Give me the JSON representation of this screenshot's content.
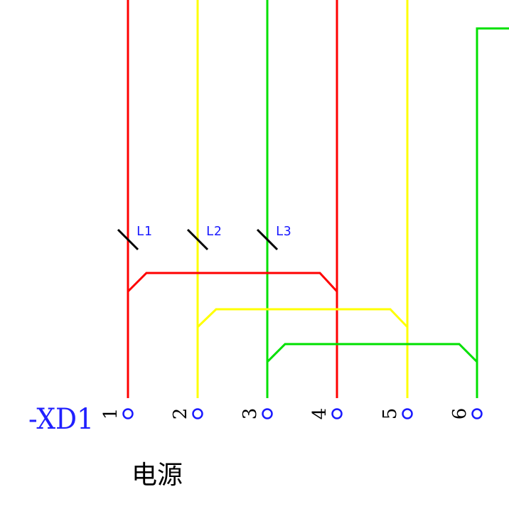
{
  "colors": {
    "red": "#ff0000",
    "yellow": "#ffff00",
    "green": "#00e000",
    "label_blue": "#1a1aff",
    "terminal_blue": "#1a1aff",
    "background": "#ffffff"
  },
  "phase_labels": [
    "L1",
    "L2",
    "L3"
  ],
  "terminal_block": {
    "designation": "-XD1",
    "terminals": [
      "1",
      "2",
      "3",
      "4",
      "5",
      "6"
    ]
  },
  "caption": "电源"
}
